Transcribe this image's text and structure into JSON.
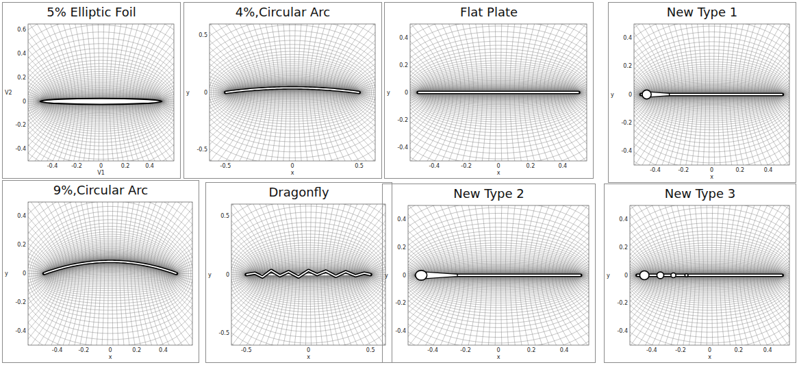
{
  "diagram": {
    "nodes": [
      {
        "text": [
          "5% Elliptic Foil"
        ]
      },
      {
        "text": [
          "4%,Circular Arc"
        ]
      },
      {
        "text": [
          "Flat Plate"
        ]
      },
      {
        "text": [
          "New Type 1"
        ]
      },
      {
        "text": [
          "9%,Circular Arc"
        ]
      },
      {
        "text": [
          "Dragonfly"
        ]
      },
      {
        "text": [
          "New Type 2"
        ]
      },
      {
        "text": [
          "New Type 3"
        ]
      }
    ],
    "labels": [
      "0.6",
      "0.4",
      "0.2",
      "0",
      "-0.2",
      "-0.4",
      "-0.4",
      "-0.2",
      "0",
      "0.2",
      "0.4",
      "V2",
      "V1",
      "0.5",
      "0",
      "-0.5",
      "-0.5",
      "0",
      "0.5",
      "y",
      "x",
      "0.4",
      "0.2",
      "0",
      "-0.2",
      "-0.4",
      "-0.4",
      "-0.2",
      "0",
      "0.2",
      "0.4",
      "y",
      "x",
      "0.4",
      "0.2",
      "0",
      "-0.2",
      "-0.4",
      "-0.4",
      "-0.2",
      "0",
      "0.2",
      "0.4",
      "y",
      "x",
      "0.4",
      "0.2",
      "0",
      "-0.2",
      "-0.4",
      "-0.4",
      "-0.2",
      "0",
      "0.2",
      "0.4",
      "y",
      "x",
      "0.5",
      "0",
      "-0.5",
      "-0.5",
      "0",
      "0.5",
      "y",
      "x",
      "0.4",
      "0.2",
      "0",
      "-0.2",
      "-0.4",
      "-0.4",
      "-0.2",
      "0",
      "0.2",
      "0.4",
      "y",
      "x",
      "0.4",
      "0.2",
      "0",
      "-0.2",
      "-0.4",
      "-0.4",
      "-0.2",
      "0",
      "0.2",
      "0.4",
      "y",
      "x"
    ]
  }
}
